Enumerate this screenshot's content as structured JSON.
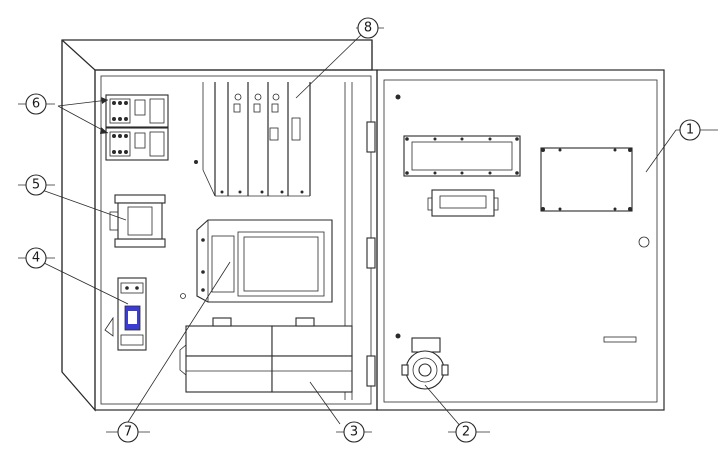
{
  "callouts": [
    {
      "id": "c1",
      "label": "1"
    },
    {
      "id": "c2",
      "label": "2"
    },
    {
      "id": "c3",
      "label": "3"
    },
    {
      "id": "c4",
      "label": "4"
    },
    {
      "id": "c5",
      "label": "5"
    },
    {
      "id": "c6",
      "label": "6"
    },
    {
      "id": "c7",
      "label": "7"
    },
    {
      "id": "c8",
      "label": "8"
    }
  ],
  "colors": {
    "line": "#2b2b2b",
    "display_highlight": "#3b3bd6"
  }
}
